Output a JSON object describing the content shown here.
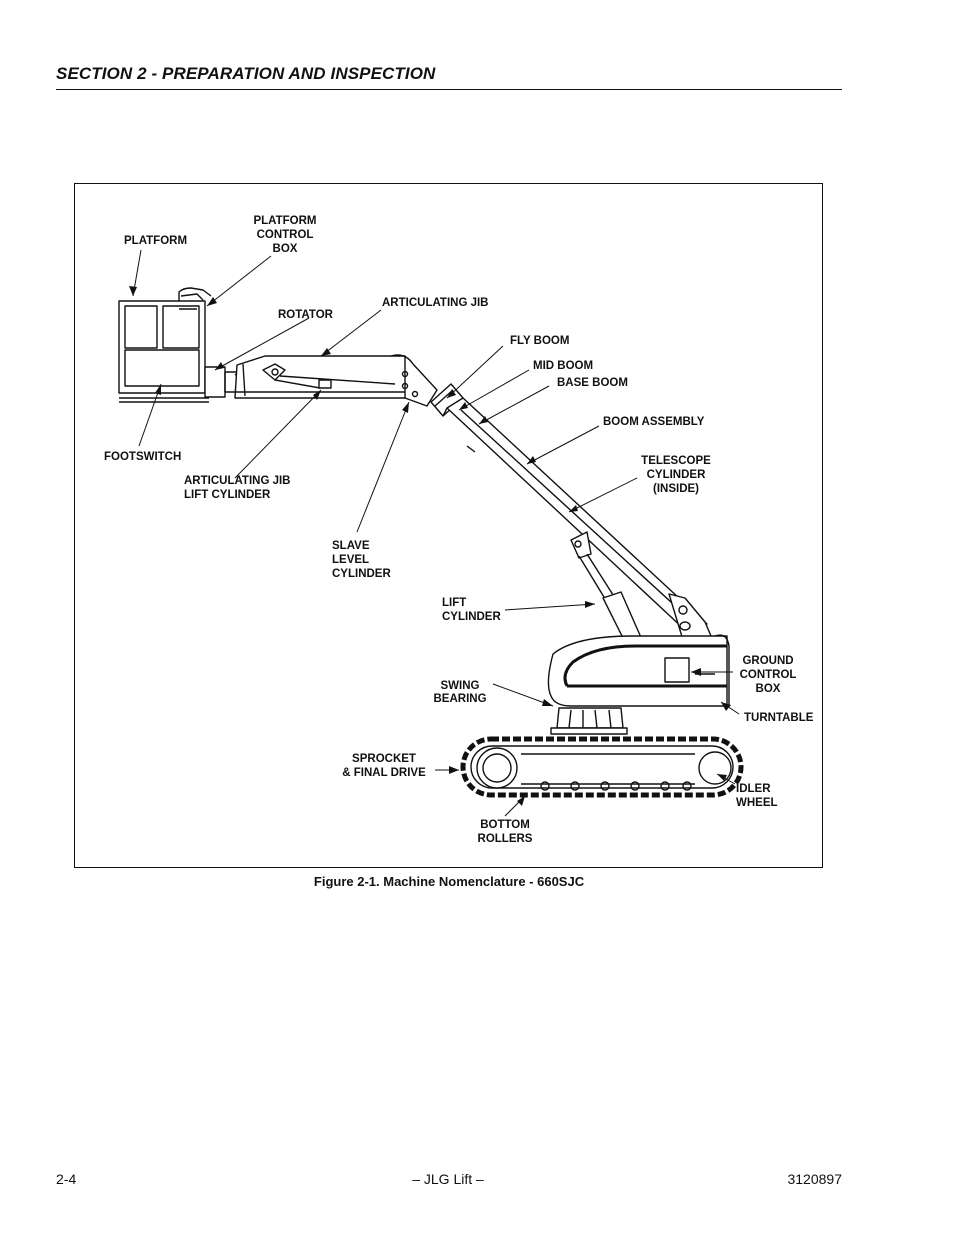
{
  "header": {
    "section_title": "SECTION 2 - PREPARATION AND INSPECTION"
  },
  "figure": {
    "caption": "Figure 2-1.  Machine Nomenclature - 660SJC",
    "labels": {
      "platform": "PLATFORM",
      "platform_control_box": [
        "PLATFORM",
        "CONTROL",
        "BOX"
      ],
      "rotator": "ROTATOR",
      "articulating_jib": "ARTICULATING JIB",
      "fly_boom": "FLY BOOM",
      "mid_boom": "MID BOOM",
      "base_boom": "BASE BOOM",
      "boom_assembly": "BOOM ASSEMBLY",
      "telescope_cylinder": [
        "TELESCOPE",
        "CYLINDER",
        "(INSIDE)"
      ],
      "footswitch": "FOOTSWITCH",
      "articulating_jib_lift_cylinder": [
        "ARTICULATING JIB",
        "LIFT CYLINDER"
      ],
      "slave_level_cylinder": [
        "SLAVE",
        "LEVEL",
        "CYLINDER"
      ],
      "lift_cylinder": [
        "LIFT",
        "CYLINDER"
      ],
      "ground_control_box": [
        "GROUND",
        "CONTROL",
        "BOX"
      ],
      "swing_bearing": [
        "SWING",
        "BEARING"
      ],
      "turntable": "TURNTABLE",
      "sprocket_final_drive": [
        "SPROCKET",
        "& FINAL DRIVE"
      ],
      "idler_wheel": [
        "IDLER",
        "WHEEL"
      ],
      "bottom_rollers": [
        "BOTTOM",
        "ROLLERS"
      ]
    }
  },
  "footer": {
    "page_number": "2-4",
    "center_text": "– JLG Lift –",
    "doc_number": "3120897"
  }
}
